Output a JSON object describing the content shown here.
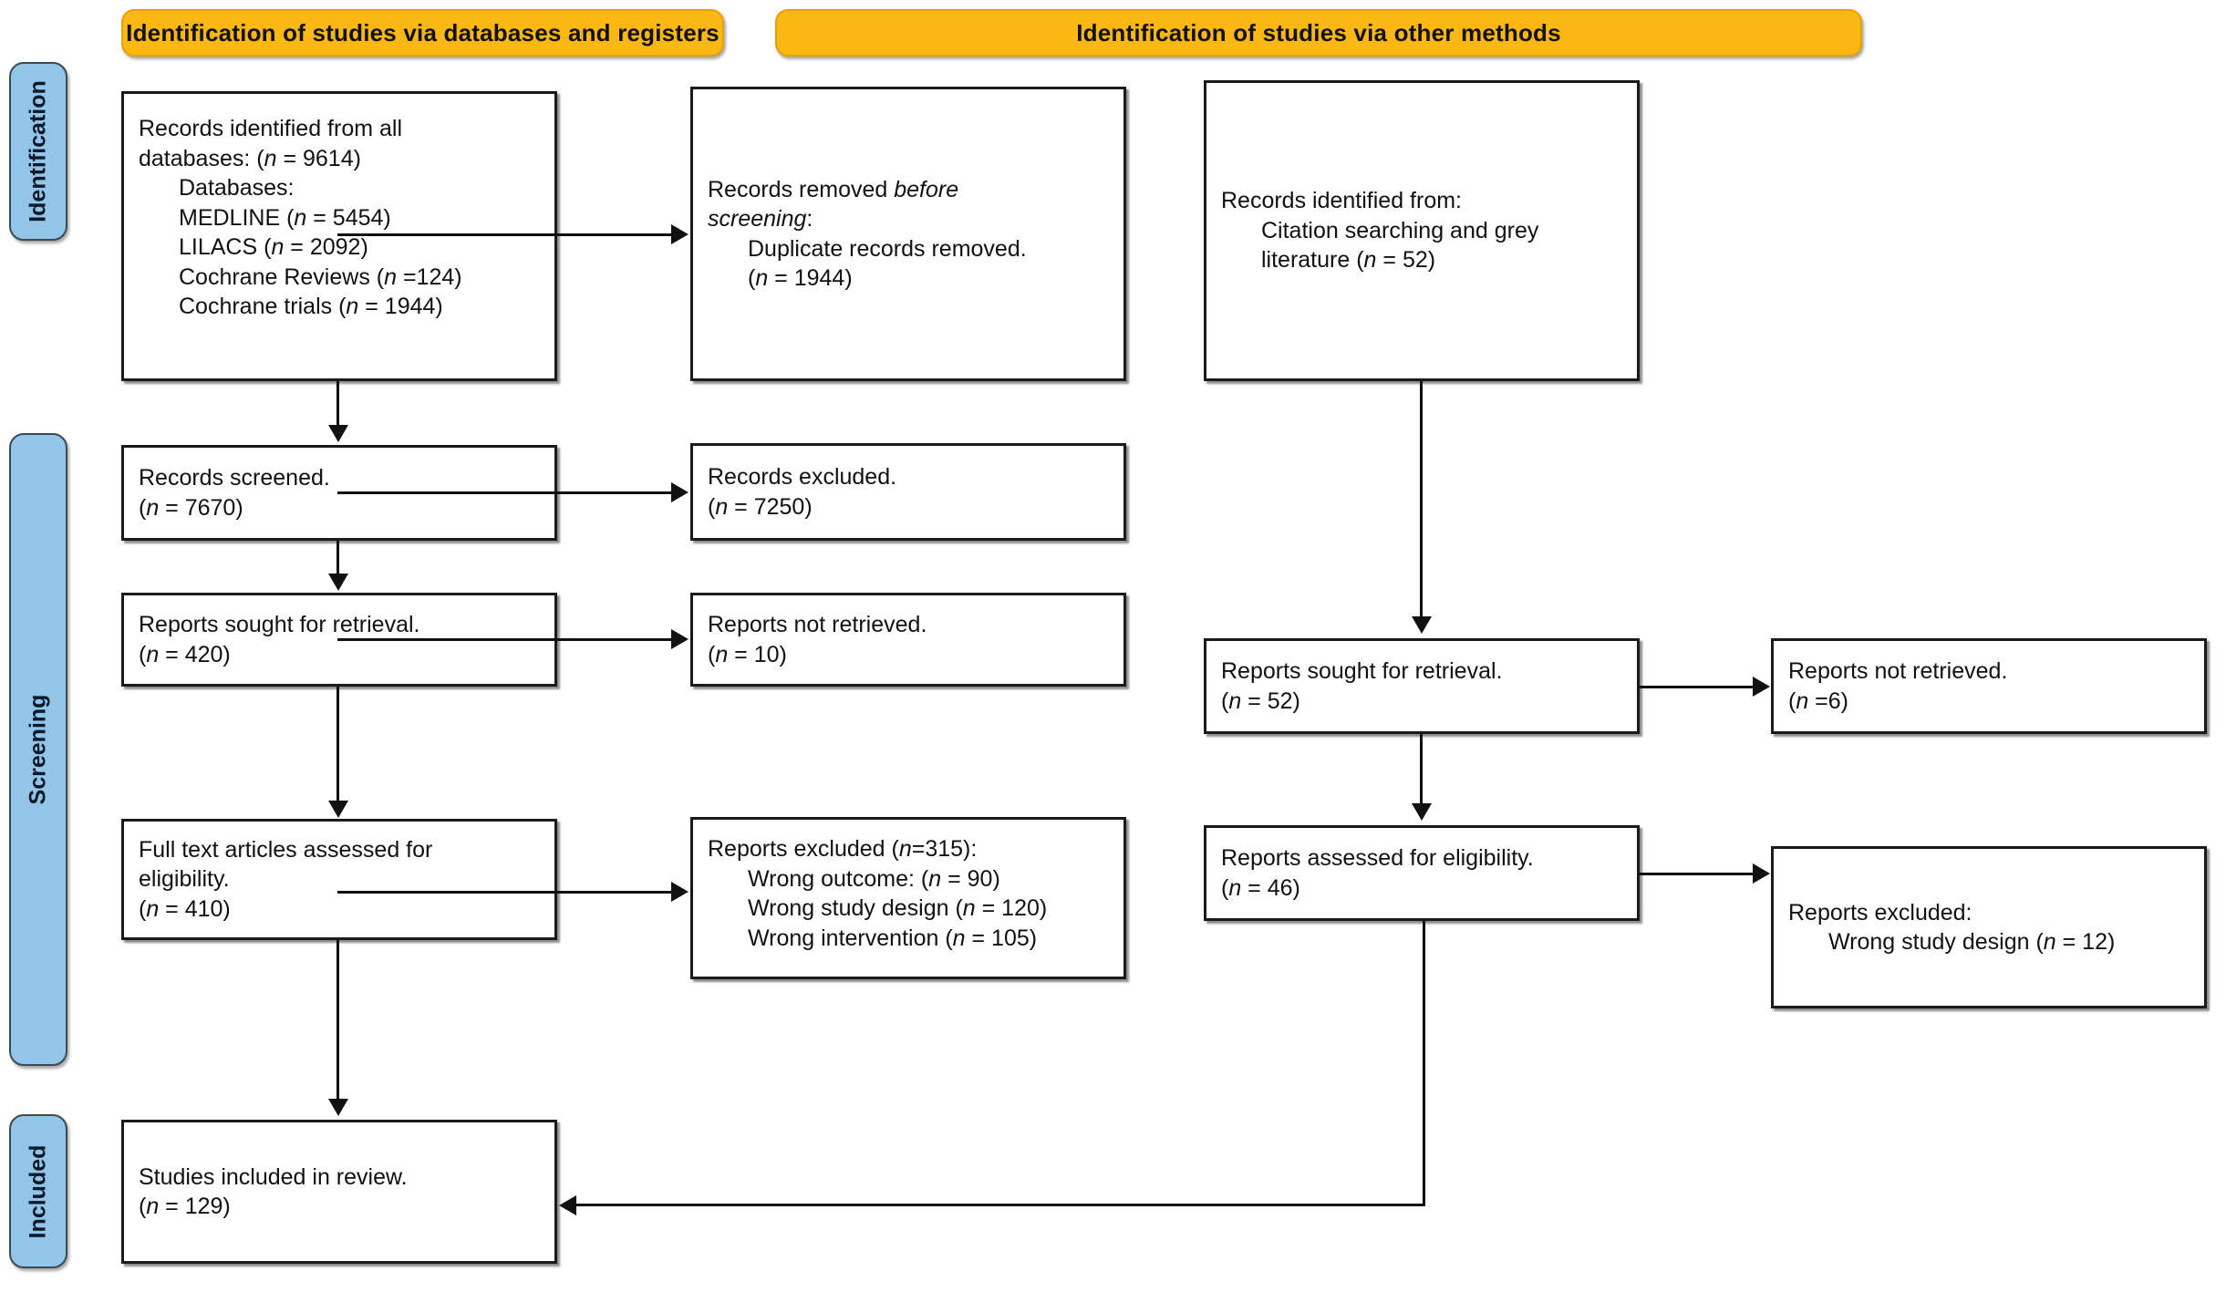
{
  "diagram": {
    "type": "PRISMA 2020 flow diagram",
    "colors": {
      "header_fill": "#fbb714",
      "stage_bar_fill": "#92c5e8",
      "box_border": "#1a1a1a",
      "text": "#111111",
      "page_background": "#ffffff"
    }
  },
  "headers": {
    "databases": "Identification of studies via databases and registers",
    "other": "Identification of studies via other methods"
  },
  "stages": {
    "identification": "Identification",
    "screening": "Screening",
    "included": "Included"
  },
  "left_column": {
    "identified": {
      "lines": [
        "Records identified from all",
        "databases: (n = 9614)",
        "Databases:",
        "MEDLINE (n = 5454)",
        "LILACS (n = 2092)",
        "Cochrane Reviews (n =124)",
        "Cochrane trials (n = 1944)"
      ],
      "label": "Records identified from all databases",
      "total_n": 9614,
      "sources": [
        {
          "name": "MEDLINE",
          "n": 5454
        },
        {
          "name": "LILACS",
          "n": 2092
        },
        {
          "name": "Cochrane Reviews",
          "n": 124
        },
        {
          "name": "Cochrane trials",
          "n": 1944
        }
      ]
    },
    "removed_before_screening": {
      "lines": [
        "Records removed before",
        "screening:",
        "Duplicate records removed.",
        "(n = 1944)"
      ],
      "label": "Records removed before screening",
      "duplicates_n": 1944
    },
    "screened": {
      "lines": [
        "Records screened.",
        "(n = 7670)"
      ],
      "label": "Records screened",
      "n": 7670
    },
    "records_excluded": {
      "lines": [
        "Records excluded.",
        "(n = 7250)"
      ],
      "label": "Records excluded",
      "n": 7250
    },
    "sought_for_retrieval": {
      "lines": [
        "Reports sought for retrieval.",
        "(n = 420)"
      ],
      "label": "Reports sought for retrieval",
      "n": 420
    },
    "not_retrieved": {
      "lines": [
        "Reports not retrieved.",
        "(n = 10)"
      ],
      "label": "Reports not retrieved",
      "n": 10
    },
    "assessed": {
      "lines": [
        "Full text articles assessed for",
        "eligibility.",
        "(n = 410)"
      ],
      "label": "Full text articles assessed for eligibility",
      "n": 410
    },
    "reports_excluded": {
      "lines": [
        "Reports excluded (n=315):",
        "Wrong outcome: (n = 90)",
        "Wrong study design (n = 120)",
        "Wrong intervention (n = 105)"
      ],
      "label": "Reports excluded",
      "total_n": 315,
      "reasons": [
        {
          "reason": "Wrong outcome",
          "n": 90
        },
        {
          "reason": "Wrong study design",
          "n": 120
        },
        {
          "reason": "Wrong intervention",
          "n": 105
        }
      ]
    },
    "included": {
      "lines": [
        "Studies included in review.",
        "(n = 129)"
      ],
      "label": "Studies included in review",
      "n": 129
    }
  },
  "right_column": {
    "identified": {
      "lines": [
        "Records identified from:",
        "Citation searching and grey",
        "literature (n = 52)"
      ],
      "label": "Records identified from citation searching and grey literature",
      "n": 52
    },
    "sought_for_retrieval": {
      "lines": [
        "Reports sought for retrieval.",
        "(n = 52)"
      ],
      "label": "Reports sought for retrieval",
      "n": 52
    },
    "not_retrieved": {
      "lines": [
        "Reports not retrieved.",
        "(n =6)"
      ],
      "label": "Reports not retrieved",
      "n": 6
    },
    "assessed": {
      "lines": [
        "Reports assessed for eligibility.",
        "(n = 46)"
      ],
      "label": "Reports assessed for eligibility",
      "n": 46
    },
    "reports_excluded": {
      "lines": [
        "Reports excluded:",
        "Wrong study design (n = 12)"
      ],
      "label": "Reports excluded",
      "reasons": [
        {
          "reason": "Wrong study design",
          "n": 12
        }
      ]
    }
  }
}
